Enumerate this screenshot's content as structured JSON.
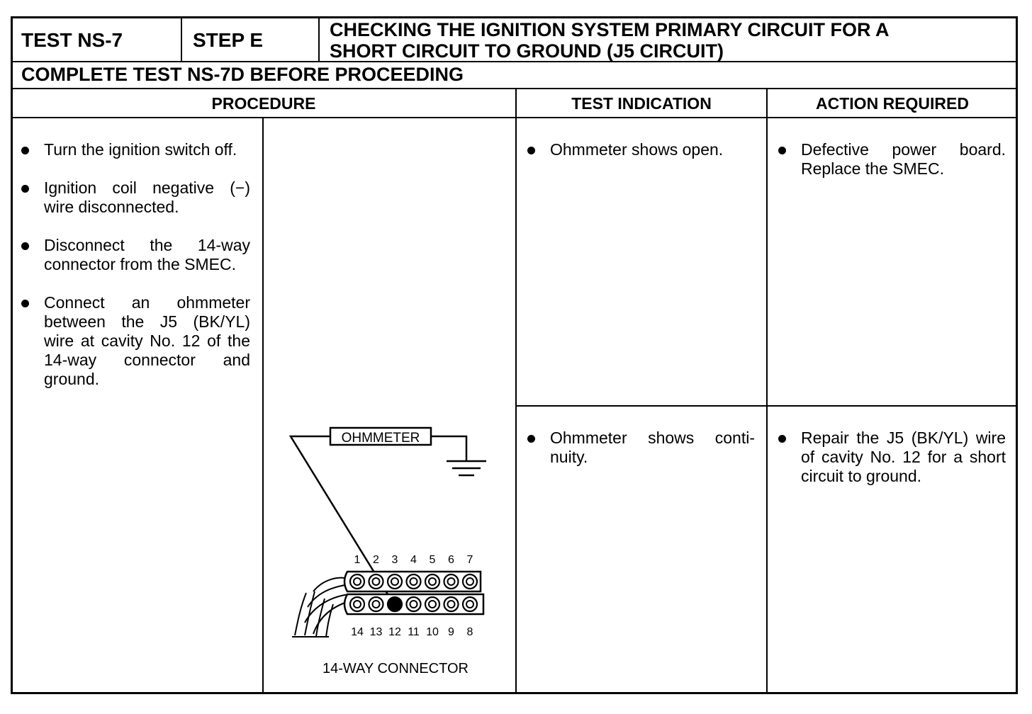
{
  "header": {
    "test_label": "TEST NS-7",
    "step_label": "STEP E",
    "title_line1": "CHECKING THE IGNITION SYSTEM PRIMARY CIRCUIT FOR A",
    "title_line2": "SHORT CIRCUIT TO GROUND (J5 CIRCUIT)",
    "prerequisite": "COMPLETE TEST NS-7D BEFORE PROCEEDING"
  },
  "columns": {
    "procedure": "PROCEDURE",
    "indication": "TEST INDICATION",
    "action": "ACTION REQUIRED"
  },
  "procedure_steps": [
    "Turn the ignition switch off.",
    "Ignition coil negative (−) wire disconnected.",
    "Disconnect the 14-way connector from the SMEC.",
    "Connect an ohmmeter between the J5 (BK/YL) wire at cavity No. 12 of the 14-way connector and ground."
  ],
  "results": [
    {
      "indication": "Ohmmeter shows open.",
      "action": "Defective power board. Replace the SMEC."
    },
    {
      "indication": "Ohmmeter shows conti-nuity.",
      "action": "Repair the J5 (BK/YL) wire of cavity No. 12 for a short circuit to ground."
    }
  ],
  "diagram": {
    "meter_label": "OHMMETER",
    "top_pins": [
      "1",
      "2",
      "3",
      "4",
      "5",
      "6",
      "7"
    ],
    "bottom_pins": [
      "14",
      "13",
      "12",
      "11",
      "10",
      "9",
      "8"
    ],
    "caption": "14-WAY CONNECTOR",
    "highlighted_cavity": "12"
  }
}
